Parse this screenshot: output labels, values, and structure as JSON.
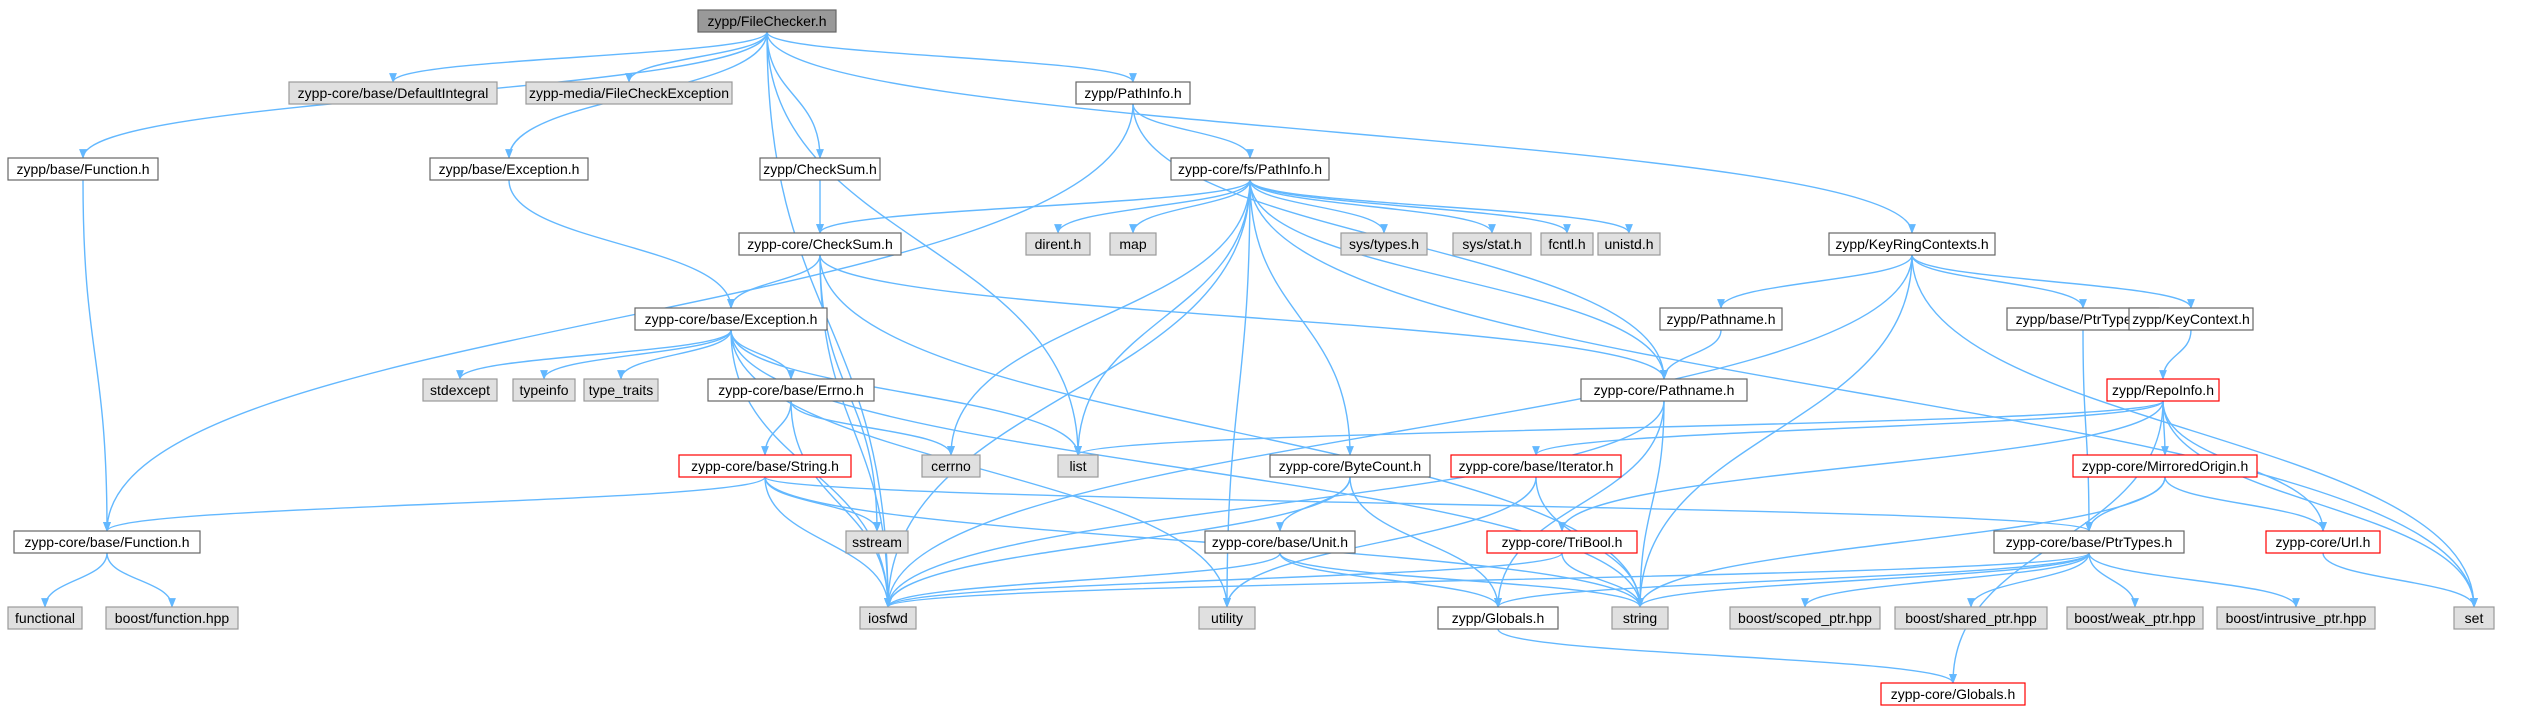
{
  "colors": {
    "edge": "#63b8ff",
    "focus_fill": "#999999",
    "focus_border": "#666666",
    "normal_fill": "#ffffff",
    "normal_border": "#666666",
    "external_fill": "#e0e0e0",
    "external_border": "#999999",
    "red_border": "#ff0000"
  },
  "nodes": [
    {
      "id": "filechecker",
      "label": "zypp/FileChecker.h",
      "style": "focus"
    },
    {
      "id": "defaultintegral",
      "label": "zypp-core/base/DefaultIntegral",
      "style": "external"
    },
    {
      "id": "filecheckexception",
      "label": "zypp-media/FileCheckException",
      "style": "external"
    },
    {
      "id": "pathinfo_h",
      "label": "zypp/PathInfo.h",
      "style": "normal"
    },
    {
      "id": "base_function",
      "label": "zypp/base/Function.h",
      "style": "normal"
    },
    {
      "id": "base_exception",
      "label": "zypp/base/Exception.h",
      "style": "normal"
    },
    {
      "id": "checksum_h",
      "label": "zypp/CheckSum.h",
      "style": "normal"
    },
    {
      "id": "fs_pathinfo",
      "label": "zypp-core/fs/PathInfo.h",
      "style": "normal"
    },
    {
      "id": "keyringcontexts",
      "label": "zypp/KeyRingContexts.h",
      "style": "normal"
    },
    {
      "id": "core_checksum",
      "label": "zypp-core/CheckSum.h",
      "style": "normal"
    },
    {
      "id": "dirent",
      "label": "dirent.h",
      "style": "external"
    },
    {
      "id": "map",
      "label": "map",
      "style": "external"
    },
    {
      "id": "systypes",
      "label": "sys/types.h",
      "style": "external"
    },
    {
      "id": "sysstat",
      "label": "sys/stat.h",
      "style": "external"
    },
    {
      "id": "fcntl",
      "label": "fcntl.h",
      "style": "external"
    },
    {
      "id": "unistd",
      "label": "unistd.h",
      "style": "external"
    },
    {
      "id": "core_exception",
      "label": "zypp-core/base/Exception.h",
      "style": "normal"
    },
    {
      "id": "pathname_h",
      "label": "zypp/Pathname.h",
      "style": "normal"
    },
    {
      "id": "base_ptrtypes",
      "label": "zypp/base/PtrTypes.h",
      "style": "normal"
    },
    {
      "id": "keycontext",
      "label": "zypp/KeyContext.h",
      "style": "normal"
    },
    {
      "id": "stdexcept",
      "label": "stdexcept",
      "style": "external"
    },
    {
      "id": "typeinfo",
      "label": "typeinfo",
      "style": "external"
    },
    {
      "id": "type_traits",
      "label": "type_traits",
      "style": "external"
    },
    {
      "id": "errno_h",
      "label": "zypp-core/base/Errno.h",
      "style": "normal"
    },
    {
      "id": "core_pathname",
      "label": "zypp-core/Pathname.h",
      "style": "normal"
    },
    {
      "id": "repoinfo",
      "label": "zypp/RepoInfo.h",
      "style": "red"
    },
    {
      "id": "string_h",
      "label": "zypp-core/base/String.h",
      "style": "red"
    },
    {
      "id": "cerrno",
      "label": "cerrno",
      "style": "external"
    },
    {
      "id": "list",
      "label": "list",
      "style": "external"
    },
    {
      "id": "bytecount",
      "label": "zypp-core/ByteCount.h",
      "style": "normal"
    },
    {
      "id": "iterator",
      "label": "zypp-core/base/Iterator.h",
      "style": "red"
    },
    {
      "id": "mirroredorigin",
      "label": "zypp-core/MirroredOrigin.h",
      "style": "red"
    },
    {
      "id": "core_function",
      "label": "zypp-core/base/Function.h",
      "style": "normal"
    },
    {
      "id": "sstream",
      "label": "sstream",
      "style": "external"
    },
    {
      "id": "unit",
      "label": "zypp-core/base/Unit.h",
      "style": "normal"
    },
    {
      "id": "tribool",
      "label": "zypp-core/TriBool.h",
      "style": "red"
    },
    {
      "id": "core_ptrtypes",
      "label": "zypp-core/base/PtrTypes.h",
      "style": "normal"
    },
    {
      "id": "url",
      "label": "zypp-core/Url.h",
      "style": "red"
    },
    {
      "id": "functional",
      "label": "functional",
      "style": "external"
    },
    {
      "id": "boost_function",
      "label": "boost/function.hpp",
      "style": "external"
    },
    {
      "id": "iosfwd",
      "label": "iosfwd",
      "style": "external"
    },
    {
      "id": "utility",
      "label": "utility",
      "style": "external"
    },
    {
      "id": "globals_h",
      "label": "zypp/Globals.h",
      "style": "normal"
    },
    {
      "id": "string",
      "label": "string",
      "style": "external"
    },
    {
      "id": "scoped_ptr",
      "label": "boost/scoped_ptr.hpp",
      "style": "external"
    },
    {
      "id": "shared_ptr",
      "label": "boost/shared_ptr.hpp",
      "style": "external"
    },
    {
      "id": "weak_ptr",
      "label": "boost/weak_ptr.hpp",
      "style": "external"
    },
    {
      "id": "intrusive_ptr",
      "label": "boost/intrusive_ptr.hpp",
      "style": "external"
    },
    {
      "id": "set",
      "label": "set",
      "style": "external"
    },
    {
      "id": "core_globals",
      "label": "zypp-core/Globals.h",
      "style": "red"
    }
  ],
  "edges": [
    [
      "filechecker",
      "defaultintegral"
    ],
    [
      "filechecker",
      "filecheckexception"
    ],
    [
      "filechecker",
      "pathinfo_h"
    ],
    [
      "filechecker",
      "base_function"
    ],
    [
      "filechecker",
      "base_exception"
    ],
    [
      "filechecker",
      "checksum_h"
    ],
    [
      "filechecker",
      "keyringcontexts"
    ],
    [
      "filechecker",
      "iosfwd"
    ],
    [
      "filechecker",
      "list"
    ],
    [
      "pathinfo_h",
      "fs_pathinfo"
    ],
    [
      "pathinfo_h",
      "core_function"
    ],
    [
      "pathinfo_h",
      "core_pathname"
    ],
    [
      "base_function",
      "core_function"
    ],
    [
      "base_exception",
      "core_exception"
    ],
    [
      "checksum_h",
      "core_checksum"
    ],
    [
      "fs_pathinfo",
      "core_checksum"
    ],
    [
      "fs_pathinfo",
      "dirent"
    ],
    [
      "fs_pathinfo",
      "map"
    ],
    [
      "fs_pathinfo",
      "systypes"
    ],
    [
      "fs_pathinfo",
      "sysstat"
    ],
    [
      "fs_pathinfo",
      "fcntl"
    ],
    [
      "fs_pathinfo",
      "unistd"
    ],
    [
      "fs_pathinfo",
      "core_pathname"
    ],
    [
      "fs_pathinfo",
      "cerrno"
    ],
    [
      "fs_pathinfo",
      "list"
    ],
    [
      "fs_pathinfo",
      "bytecount"
    ],
    [
      "fs_pathinfo",
      "iosfwd"
    ],
    [
      "fs_pathinfo",
      "utility"
    ],
    [
      "fs_pathinfo",
      "set"
    ],
    [
      "core_checksum",
      "core_exception"
    ],
    [
      "core_checksum",
      "core_pathname"
    ],
    [
      "core_checksum",
      "sstream"
    ],
    [
      "core_checksum",
      "iosfwd"
    ],
    [
      "core_checksum",
      "string"
    ],
    [
      "keyringcontexts",
      "pathname_h"
    ],
    [
      "keyringcontexts",
      "base_ptrtypes"
    ],
    [
      "keyringcontexts",
      "keycontext"
    ],
    [
      "keyringcontexts",
      "string"
    ],
    [
      "keyringcontexts",
      "set"
    ],
    [
      "keyringcontexts",
      "iosfwd"
    ],
    [
      "pathname_h",
      "core_pathname"
    ],
    [
      "base_ptrtypes",
      "core_ptrtypes"
    ],
    [
      "keycontext",
      "repoinfo"
    ],
    [
      "core_exception",
      "stdexcept"
    ],
    [
      "core_exception",
      "typeinfo"
    ],
    [
      "core_exception",
      "type_traits"
    ],
    [
      "core_exception",
      "errno_h"
    ],
    [
      "core_exception",
      "list"
    ],
    [
      "core_exception",
      "iosfwd"
    ],
    [
      "core_exception",
      "string"
    ],
    [
      "core_exception",
      "utility"
    ],
    [
      "errno_h",
      "string_h"
    ],
    [
      "errno_h",
      "cerrno"
    ],
    [
      "errno_h",
      "iosfwd"
    ],
    [
      "core_pathname",
      "iosfwd"
    ],
    [
      "core_pathname",
      "string"
    ],
    [
      "core_pathname",
      "globals_h"
    ],
    [
      "repoinfo",
      "list"
    ],
    [
      "repoinfo",
      "iterator"
    ],
    [
      "repoinfo",
      "mirroredorigin"
    ],
    [
      "repoinfo",
      "tribool"
    ],
    [
      "repoinfo",
      "url"
    ],
    [
      "repoinfo",
      "set"
    ],
    [
      "repoinfo",
      "core_globals"
    ],
    [
      "string_h",
      "core_function"
    ],
    [
      "string_h",
      "sstream"
    ],
    [
      "string_h",
      "iosfwd"
    ],
    [
      "string_h",
      "string"
    ],
    [
      "string_h",
      "core_ptrtypes"
    ],
    [
      "bytecount",
      "unit"
    ],
    [
      "bytecount",
      "iosfwd"
    ],
    [
      "bytecount",
      "globals_h"
    ],
    [
      "iterator",
      "utility"
    ],
    [
      "iterator",
      "string"
    ],
    [
      "mirroredorigin",
      "core_ptrtypes"
    ],
    [
      "mirroredorigin",
      "url"
    ],
    [
      "mirroredorigin",
      "string"
    ],
    [
      "core_function",
      "functional"
    ],
    [
      "core_function",
      "boost_function"
    ],
    [
      "unit",
      "iosfwd"
    ],
    [
      "unit",
      "string"
    ],
    [
      "unit",
      "globals_h"
    ],
    [
      "tribool",
      "iosfwd"
    ],
    [
      "tribool",
      "string"
    ],
    [
      "core_ptrtypes",
      "iosfwd"
    ],
    [
      "core_ptrtypes",
      "string"
    ],
    [
      "core_ptrtypes",
      "scoped_ptr"
    ],
    [
      "core_ptrtypes",
      "shared_ptr"
    ],
    [
      "core_ptrtypes",
      "weak_ptr"
    ],
    [
      "core_ptrtypes",
      "intrusive_ptr"
    ],
    [
      "core_ptrtypes",
      "globals_h"
    ],
    [
      "url",
      "set"
    ],
    [
      "globals_h",
      "core_globals"
    ]
  ]
}
